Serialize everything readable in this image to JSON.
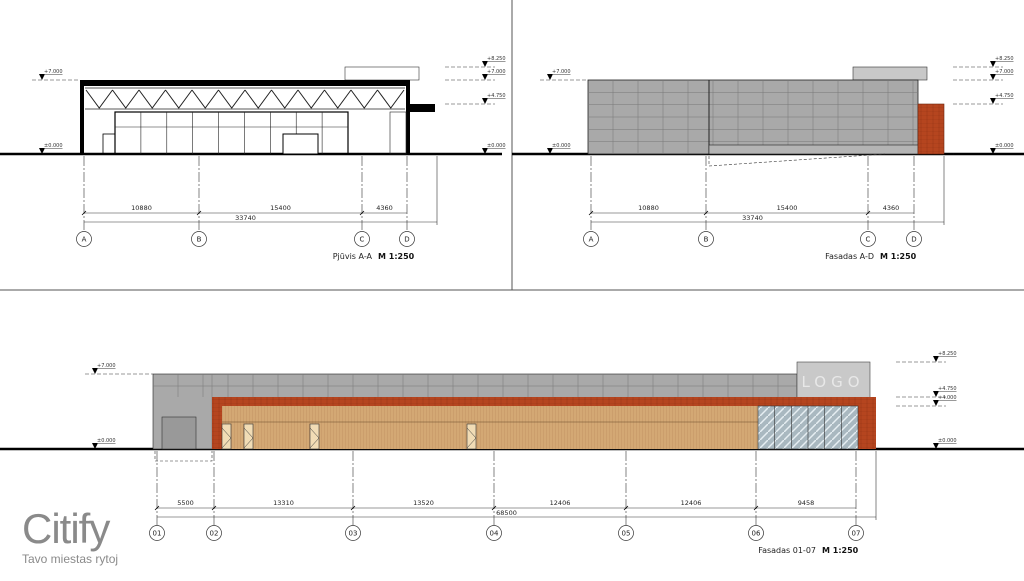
{
  "drawings": {
    "section_aa": {
      "title": "Pjūvis A-A",
      "scale": "M 1:250",
      "levels_left": [
        "+7.000",
        "±0.000"
      ],
      "levels_right": [
        "+8.250",
        "+7.000",
        "+4.750",
        "±0.000"
      ],
      "axes": [
        "A",
        "B",
        "C",
        "D"
      ],
      "dimensions": [
        "10880",
        "15400",
        "4360"
      ],
      "total_dimension": "33740"
    },
    "facade_ad": {
      "title": "Fasadas A-D",
      "scale": "M 1:250",
      "levels_left": [
        "+7.000",
        "±0.000"
      ],
      "levels_right": [
        "+8.250",
        "+7.000",
        "+4.750",
        "±0.000"
      ],
      "axes": [
        "A",
        "B",
        "C",
        "D"
      ],
      "dimensions": [
        "10880",
        "15400",
        "4360"
      ],
      "total_dimension": "33740"
    },
    "facade_01_07": {
      "title": "Fasadas 01-07",
      "scale": "M 1:250",
      "levels_left": [
        "+7.000",
        "±0.000"
      ],
      "levels_right": [
        "+8.250",
        "+4.750",
        "+4.000",
        "±0.000"
      ],
      "axes": [
        "01",
        "02",
        "03",
        "04",
        "05",
        "06",
        "07"
      ],
      "dimensions": [
        "5500",
        "13310",
        "13520",
        "12406",
        "12406",
        "9458"
      ],
      "total_dimension": "68500",
      "sign_text": "LOGO"
    }
  },
  "colors": {
    "cladding": "#a9a9a9",
    "brick": "#b5451f",
    "wood": "#d3a874",
    "glass": "#9fb0b8"
  },
  "watermark": {
    "brand": "Citify",
    "tagline": "Tavo miestas rytoj"
  }
}
